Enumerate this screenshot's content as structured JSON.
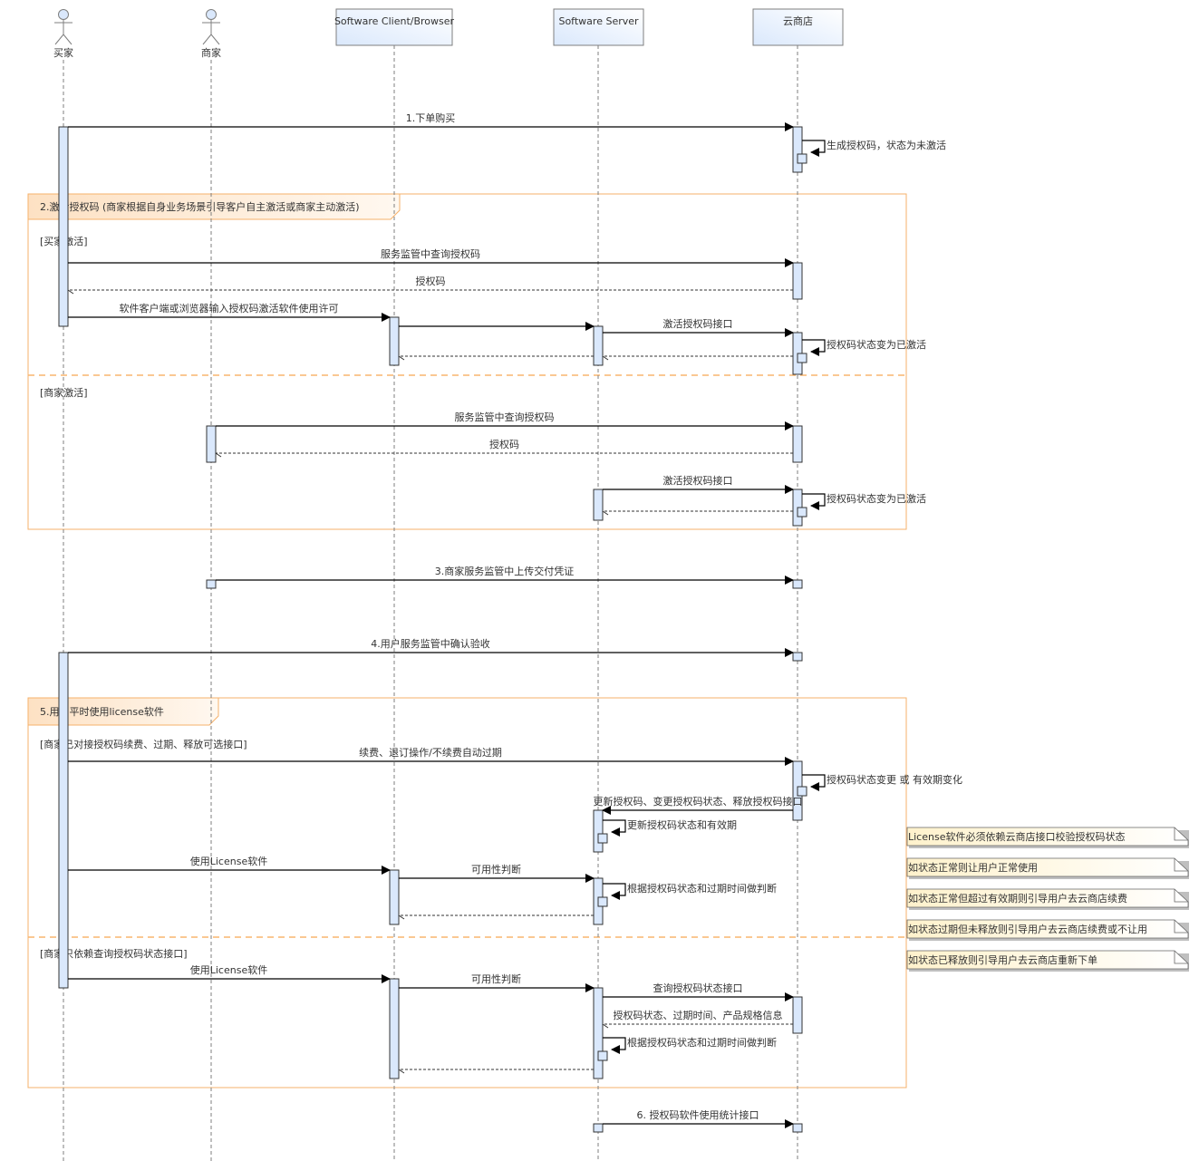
{
  "participants": [
    {
      "id": "buyer",
      "label": "买家",
      "kind": "actor"
    },
    {
      "id": "merchant",
      "label": "商家",
      "kind": "actor"
    },
    {
      "id": "client",
      "label": "Software Client/Browser",
      "kind": "box"
    },
    {
      "id": "server",
      "label": "Software Server",
      "kind": "box"
    },
    {
      "id": "store",
      "label": "云商店",
      "kind": "box"
    }
  ],
  "messages": [
    {
      "id": "m1",
      "from": "buyer",
      "to": "store",
      "label": "1.下单购买",
      "type": "sync"
    },
    {
      "id": "m1s",
      "from": "store",
      "to": "store",
      "label": "生成授权码，状态为未激活",
      "type": "self"
    },
    {
      "id": "m2a",
      "from": "buyer",
      "to": "store",
      "label": "服务监管中查询授权码",
      "type": "sync"
    },
    {
      "id": "m2b",
      "from": "store",
      "to": "buyer",
      "label": "授权码",
      "type": "return"
    },
    {
      "id": "m2c",
      "from": "buyer",
      "to": "client",
      "label": "软件客户端或浏览器输入授权码激活软件使用许可",
      "type": "sync"
    },
    {
      "id": "m2d",
      "from": "client",
      "to": "server",
      "label": "",
      "type": "sync"
    },
    {
      "id": "m2e",
      "from": "server",
      "to": "store",
      "label": "激活授权码接口",
      "type": "sync"
    },
    {
      "id": "m2f",
      "from": "store",
      "to": "store",
      "label": "授权码状态变为已激活",
      "type": "self"
    },
    {
      "id": "m2g",
      "from": "store",
      "to": "server",
      "label": "",
      "type": "return"
    },
    {
      "id": "m2h",
      "from": "server",
      "to": "client",
      "label": "",
      "type": "return"
    },
    {
      "id": "m3a",
      "from": "merchant",
      "to": "store",
      "label": "服务监管中查询授权码",
      "type": "sync"
    },
    {
      "id": "m3b",
      "from": "store",
      "to": "merchant",
      "label": "授权码",
      "type": "return"
    },
    {
      "id": "m3c",
      "from": "server",
      "to": "store",
      "label": "激活授权码接口",
      "type": "sync"
    },
    {
      "id": "m3d",
      "from": "store",
      "to": "store",
      "label": "授权码状态变为已激活",
      "type": "self"
    },
    {
      "id": "m3e",
      "from": "store",
      "to": "server",
      "label": "",
      "type": "return"
    },
    {
      "id": "m4",
      "from": "merchant",
      "to": "store",
      "label": "3.商家服务监管中上传交付凭证",
      "type": "sync"
    },
    {
      "id": "m5",
      "from": "buyer",
      "to": "store",
      "label": "4.用户服务监管中确认验收",
      "type": "sync"
    },
    {
      "id": "m6a",
      "from": "buyer",
      "to": "store",
      "label": "续费、退订操作/不续费自动过期",
      "type": "sync"
    },
    {
      "id": "m6b",
      "from": "store",
      "to": "store",
      "label": "授权码状态变更 或 有效期变化",
      "type": "self"
    },
    {
      "id": "m6c",
      "from": "store",
      "to": "server",
      "label": "更新授权码、变更授权码状态、释放授权码接口",
      "type": "sync"
    },
    {
      "id": "m6d",
      "from": "server",
      "to": "server",
      "label": "更新授权码状态和有效期",
      "type": "self"
    },
    {
      "id": "m6e",
      "from": "buyer",
      "to": "client",
      "label": "使用License软件",
      "type": "sync"
    },
    {
      "id": "m6f",
      "from": "client",
      "to": "server",
      "label": "可用性判断",
      "type": "sync"
    },
    {
      "id": "m6g",
      "from": "server",
      "to": "server",
      "label": "根据授权码状态和过期时间做判断",
      "type": "self"
    },
    {
      "id": "m6h",
      "from": "server",
      "to": "client",
      "label": "",
      "type": "return"
    },
    {
      "id": "m7a",
      "from": "buyer",
      "to": "client",
      "label": "使用License软件",
      "type": "sync"
    },
    {
      "id": "m7b",
      "from": "client",
      "to": "server",
      "label": "可用性判断",
      "type": "sync"
    },
    {
      "id": "m7c",
      "from": "server",
      "to": "store",
      "label": "查询授权码状态接口",
      "type": "sync"
    },
    {
      "id": "m7d",
      "from": "store",
      "to": "server",
      "label": "授权码状态、过期时间、产品规格信息",
      "type": "return"
    },
    {
      "id": "m7e",
      "from": "server",
      "to": "server",
      "label": "根据授权码状态和过期时间做判断",
      "type": "self"
    },
    {
      "id": "m7f",
      "from": "server",
      "to": "client",
      "label": "",
      "type": "return"
    },
    {
      "id": "m8",
      "from": "server",
      "to": "store",
      "label": "6. 授权码软件使用统计接口",
      "type": "sync"
    }
  ],
  "fragments": [
    {
      "id": "f2",
      "title": "2.激活授权码 (商家根据自身业务场景引导客户自主激活或商家主动激活)",
      "guards": [
        "[买家激活]",
        "[商家激活]"
      ]
    },
    {
      "id": "f5",
      "title": "5.用户平时使用license软件",
      "guards": [
        "[商家已对接授权码续费、过期、释放可选接口]",
        "[商家只依赖查询授权码状态接口]"
      ]
    }
  ],
  "notes": [
    "License软件必须依赖云商店接口校验授权码状态",
    "如状态正常则让用户正常使用",
    "如状态正常但超过有效期则引导用户去云商店续费",
    "如状态过期但未释放则引导用户去云商店续费或不让用",
    "如状态已释放则引导用户去云商店重新下单"
  ],
  "colors": {
    "activation_fill": "#dae8fc",
    "fragment_border": "#f6b26b",
    "fragment_header": "#fde9d3",
    "note_fill": "#fff2cc"
  }
}
